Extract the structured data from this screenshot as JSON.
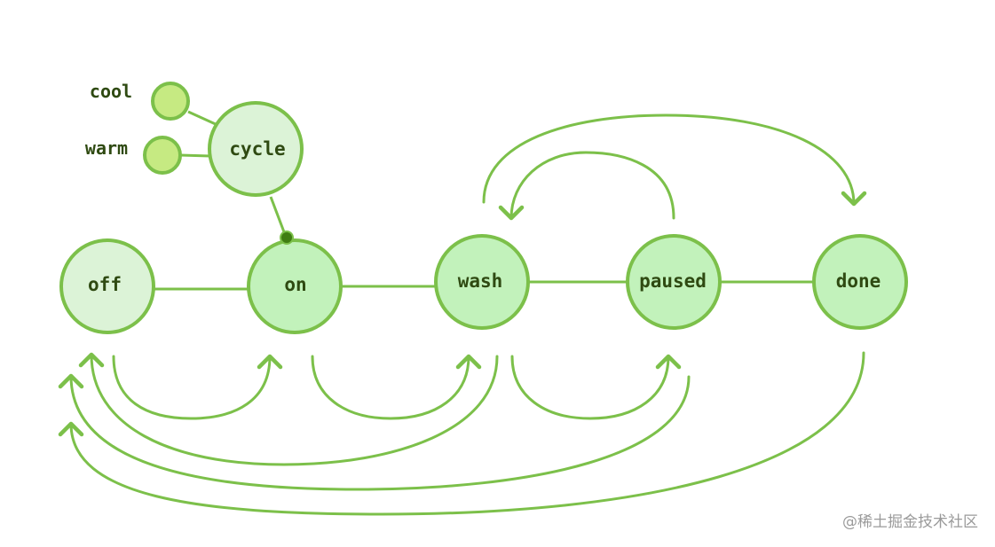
{
  "colors": {
    "stroke": "#7cc04a",
    "node_fill_pale": "#dcf3d7",
    "node_fill_green": "#c2f2bb",
    "small_node_fill": "#c6ea82",
    "connector_dot": "#3f7d12",
    "label": "#2f4a12",
    "watermark": "#9a9a9a"
  },
  "nodes": {
    "off": "off",
    "on": "on",
    "wash": "wash",
    "paused": "paused",
    "done": "done",
    "cycle": "cycle"
  },
  "sub_options": {
    "cool": "cool",
    "warm": "warm"
  },
  "watermark": "@稀土掘金技术社区"
}
